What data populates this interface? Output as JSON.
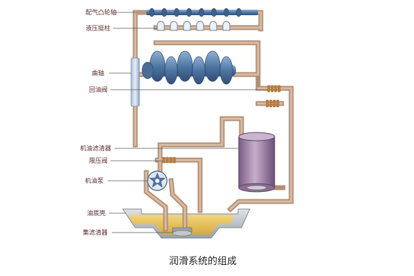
{
  "labels": {
    "camshaft": "配气凸轮轴",
    "lifter": "液压挺柱",
    "crankshaft": "曲轴",
    "return_valve": "回油阀",
    "oil_filter": "机油滤清器",
    "pressure_limit_valve": "限压阀",
    "oil_pump": "机油泵",
    "oil_pan": "油底壳",
    "strainer": "集滤清器"
  },
  "caption": "润滑系统的组成",
  "colors": {
    "pipe": "#b48e72",
    "pipe_inner": "#d9bda6",
    "shaft": "#5b7fa8",
    "filter": "#9b7fa2",
    "oil": "#e8c35c",
    "pan": "#c8ccd0"
  }
}
